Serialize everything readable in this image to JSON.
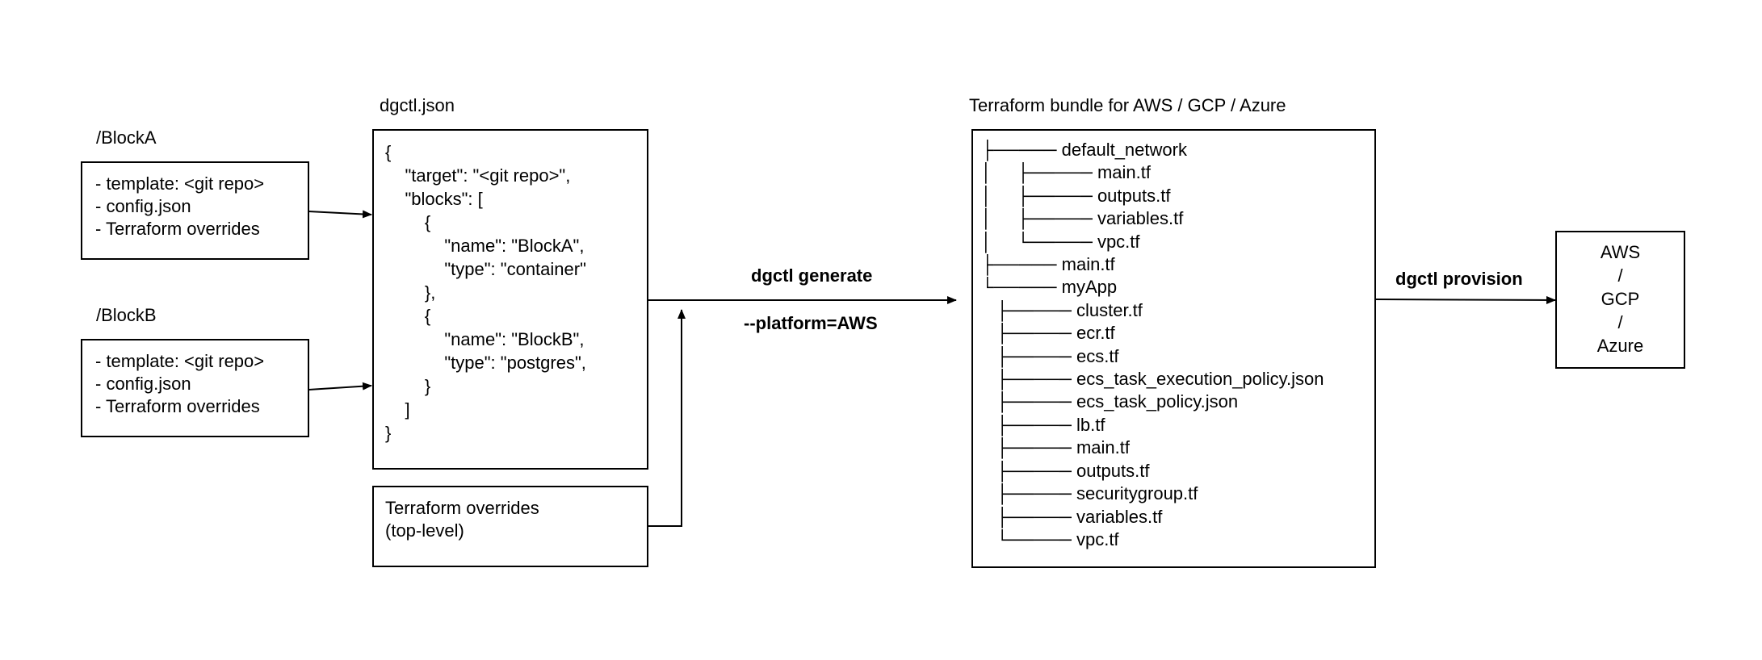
{
  "block_a": {
    "heading": "/BlockA",
    "lines": [
      "- template: <git repo>",
      "- config.json",
      "- Terraform overrides"
    ]
  },
  "block_b": {
    "heading": "/BlockB",
    "lines": [
      "- template: <git repo>",
      "- config.json",
      "- Terraform overrides"
    ]
  },
  "dgctl_json": {
    "heading": "dgctl.json",
    "content": "{\n    \"target\": \"<git repo>\",\n    \"blocks\": [\n        {\n            \"name\": \"BlockA\",\n            \"type\": \"container\"\n        },\n        {\n            \"name\": \"BlockB\",\n            \"type\": \"postgres\",\n        }\n    ]\n}"
  },
  "overrides_top": {
    "lines": [
      "Terraform overrides",
      "(top-level)"
    ]
  },
  "generate": {
    "command": "dgctl generate",
    "flag": "--platform=AWS"
  },
  "bundle": {
    "heading": "Terraform bundle for AWS / GCP / Azure",
    "tree": "├───── default_network\n│     ├───── main.tf\n│     ├───── outputs.tf\n│     ├───── variables.tf\n│     └───── vpc.tf\n├───── main.tf\n└───── myApp\n   ├───── cluster.tf\n   ├───── ecr.tf\n   ├───── ecs.tf\n   ├───── ecs_task_execution_policy.json\n   ├───── ecs_task_policy.json\n   ├───── lb.tf\n   ├───── main.tf\n   ├───── outputs.tf\n   ├───── securitygroup.tf\n   ├───── variables.tf\n   └───── vpc.tf"
  },
  "provision": {
    "command": "dgctl provision"
  },
  "cloud": {
    "lines": [
      "AWS",
      "/",
      "GCP",
      "/",
      "Azure"
    ]
  }
}
